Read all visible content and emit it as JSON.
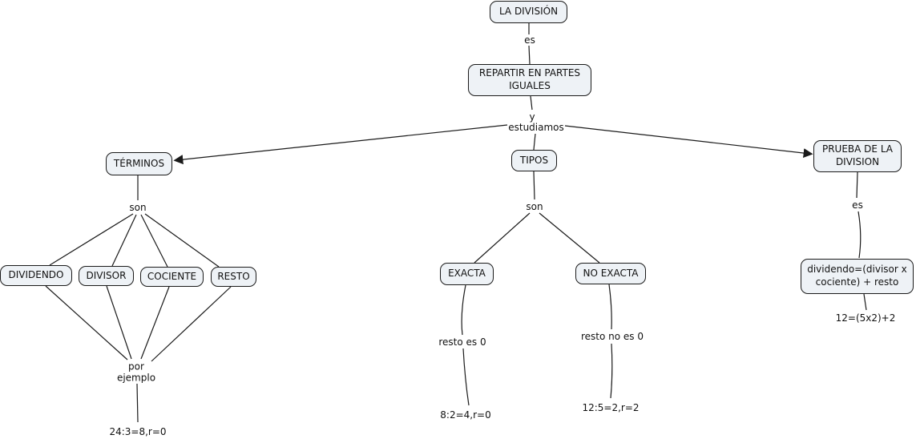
{
  "nodes": {
    "la_division": {
      "label": "LA DIVISIÓN"
    },
    "repartir": {
      "label": "REPARTIR EN PARTES IGUALES"
    },
    "terminos": {
      "label": "TÉRMINOS"
    },
    "tipos": {
      "label": "TIPOS"
    },
    "prueba": {
      "label": "PRUEBA DE LA DIVISION"
    },
    "dividendo": {
      "label": "DIVIDENDO"
    },
    "divisor": {
      "label": "DIVISOR"
    },
    "cociente": {
      "label": "COCIENTE"
    },
    "resto": {
      "label": "RESTO"
    },
    "exacta": {
      "label": "EXACTA"
    },
    "no_exacta": {
      "label": "NO EXACTA"
    },
    "formula": {
      "label": "dividendo=(divisor x cociente) + resto"
    }
  },
  "link_labels": {
    "es_top": "es",
    "y": "y",
    "estudiamos": "estudiamos",
    "son_terminos": "son",
    "son_tipos": "son",
    "es_prueba": "es",
    "por_ejemplo": "por ejemplo",
    "resto_es_0": "resto es 0",
    "resto_no_es_0": "resto no es 0"
  },
  "examples": {
    "terminos": "24:3=8,r=0",
    "exacta": "8:2=4,r=0",
    "no_exacta": "12:5=2,r=2",
    "prueba": "12=(5x2)+2"
  },
  "edges": [
    {
      "from": "LA DIVISIÓN",
      "to": "REPARTIR EN PARTES IGUALES",
      "label": "es",
      "arrow": false
    },
    {
      "from": "REPARTIR EN PARTES IGUALES",
      "to": "TÉRMINOS",
      "label": "y estudiamos",
      "arrow": true
    },
    {
      "from": "REPARTIR EN PARTES IGUALES",
      "to": "TIPOS",
      "label": "y estudiamos",
      "arrow": false
    },
    {
      "from": "REPARTIR EN PARTES IGUALES",
      "to": "PRUEBA DE LA DIVISION",
      "label": "y estudiamos",
      "arrow": true
    },
    {
      "from": "TÉRMINOS",
      "to": "DIVIDENDO",
      "label": "son",
      "arrow": false
    },
    {
      "from": "TÉRMINOS",
      "to": "DIVISOR",
      "label": "son",
      "arrow": false
    },
    {
      "from": "TÉRMINOS",
      "to": "COCIENTE",
      "label": "son",
      "arrow": false
    },
    {
      "from": "TÉRMINOS",
      "to": "RESTO",
      "label": "son",
      "arrow": false
    },
    {
      "from": "DIVIDENDO",
      "to": "24:3=8,r=0",
      "label": "por ejemplo",
      "arrow": false
    },
    {
      "from": "DIVISOR",
      "to": "24:3=8,r=0",
      "label": "por ejemplo",
      "arrow": false
    },
    {
      "from": "COCIENTE",
      "to": "24:3=8,r=0",
      "label": "por ejemplo",
      "arrow": false
    },
    {
      "from": "RESTO",
      "to": "24:3=8,r=0",
      "label": "por ejemplo",
      "arrow": false
    },
    {
      "from": "TIPOS",
      "to": "EXACTA",
      "label": "son",
      "arrow": false
    },
    {
      "from": "TIPOS",
      "to": "NO EXACTA",
      "label": "son",
      "arrow": false
    },
    {
      "from": "EXACTA",
      "to": "8:2=4,r=0",
      "label": "resto es 0",
      "arrow": false
    },
    {
      "from": "NO EXACTA",
      "to": "12:5=2,r=2",
      "label": "resto no es 0",
      "arrow": false
    },
    {
      "from": "PRUEBA DE LA DIVISION",
      "to": "dividendo=(divisor x cociente) + resto",
      "label": "es",
      "arrow": false
    },
    {
      "from": "dividendo=(divisor x cociente) + resto",
      "to": "12=(5x2)+2",
      "label": "",
      "arrow": false
    }
  ],
  "colors": {
    "node_fill": "#eef2f6",
    "node_border": "#1a1a1a",
    "line": "#1a1a1a",
    "text": "#111111",
    "background": "#ffffff"
  }
}
